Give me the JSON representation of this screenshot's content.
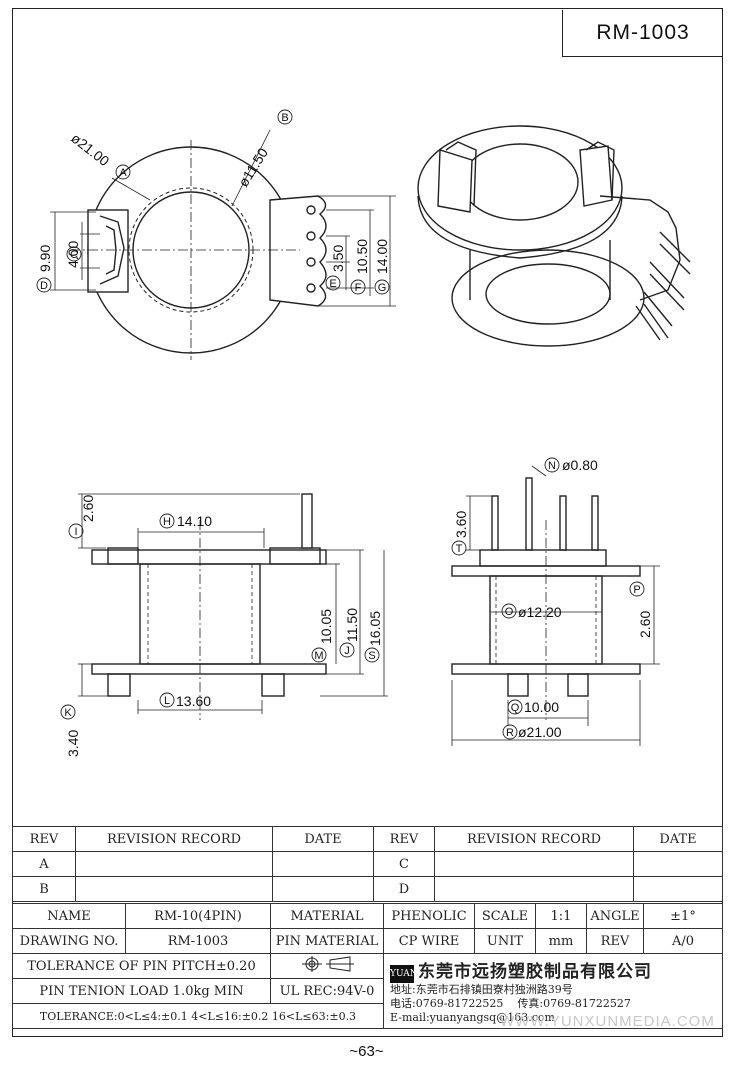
{
  "part_code": "RM-1003",
  "page_number": "~63~",
  "watermark": "WWW.YUNXUNMEDIA.COM",
  "dimensions": {
    "a": "ø21.00",
    "b": "ø11.50",
    "c": "4.00",
    "d": "9.90",
    "e": "3.50",
    "f": "10.50",
    "g": "14.00",
    "h": "14.10",
    "i": "2.60",
    "j": "11.50",
    "k": "3.40",
    "l": "13.60",
    "m": "10.05",
    "n": "ø0.80",
    "o": "ø12.20",
    "p": "2.60",
    "q": "10.00",
    "r": "ø21.00",
    "s": "16.05",
    "t": "3.60"
  },
  "circle_labels": {
    "a": "A",
    "b": "B",
    "c": "C",
    "d": "D",
    "e": "E",
    "f": "F",
    "g": "G",
    "h": "H",
    "i": "I",
    "j": "J",
    "k": "K",
    "l": "L",
    "m": "M",
    "n": "N",
    "o": "O",
    "p": "P",
    "q": "Q",
    "r": "R",
    "s": "S",
    "t": "T"
  },
  "revision_table": {
    "headers": [
      "REV",
      "REVISION RECORD",
      "DATE",
      "REV",
      "REVISION RECORD",
      "DATE"
    ],
    "rows": [
      [
        "A",
        "",
        "",
        "C",
        "",
        ""
      ],
      [
        "B",
        "",
        "",
        "D",
        "",
        ""
      ]
    ]
  },
  "info": {
    "name_label": "NAME",
    "name_value": "RM-10(4PIN)",
    "material_label": "MATERIAL",
    "material_value": "PHENOLIC",
    "scale_label": "SCALE",
    "scale_value": "1:1",
    "angle_label": "ANGLE",
    "angle_value": "±1°",
    "drawing_no_label": "DRAWING NO.",
    "drawing_no_value": "RM-1003",
    "pin_material_label": "PIN MATERIAL",
    "pin_material_value": "CP WIRE",
    "unit_label": "UNIT",
    "unit_value": "mm",
    "rev_label": "REV",
    "rev_value": "A/0",
    "tolerance_pitch": "TOLERANCE OF PIN PITCH±0.20",
    "pin_load": "PIN TENION LOAD 1.0kg MIN",
    "ul_rec": "UL REC:94V-0",
    "tolerance_range": "TOLERANCE:0<L≤4:±0.1  4<L≤16:±0.2  16<L≤63:±0.3",
    "company_name": "东莞市远扬塑胶制品有限公司",
    "logo_text": "YUANYANG",
    "address": "地址:东莞市石排镇田寮村独洲路39号",
    "phone": "电话:0769-81722525",
    "fax": "传真:0769-81722527",
    "email": "E-mail:yuanyangsq@163.com"
  }
}
